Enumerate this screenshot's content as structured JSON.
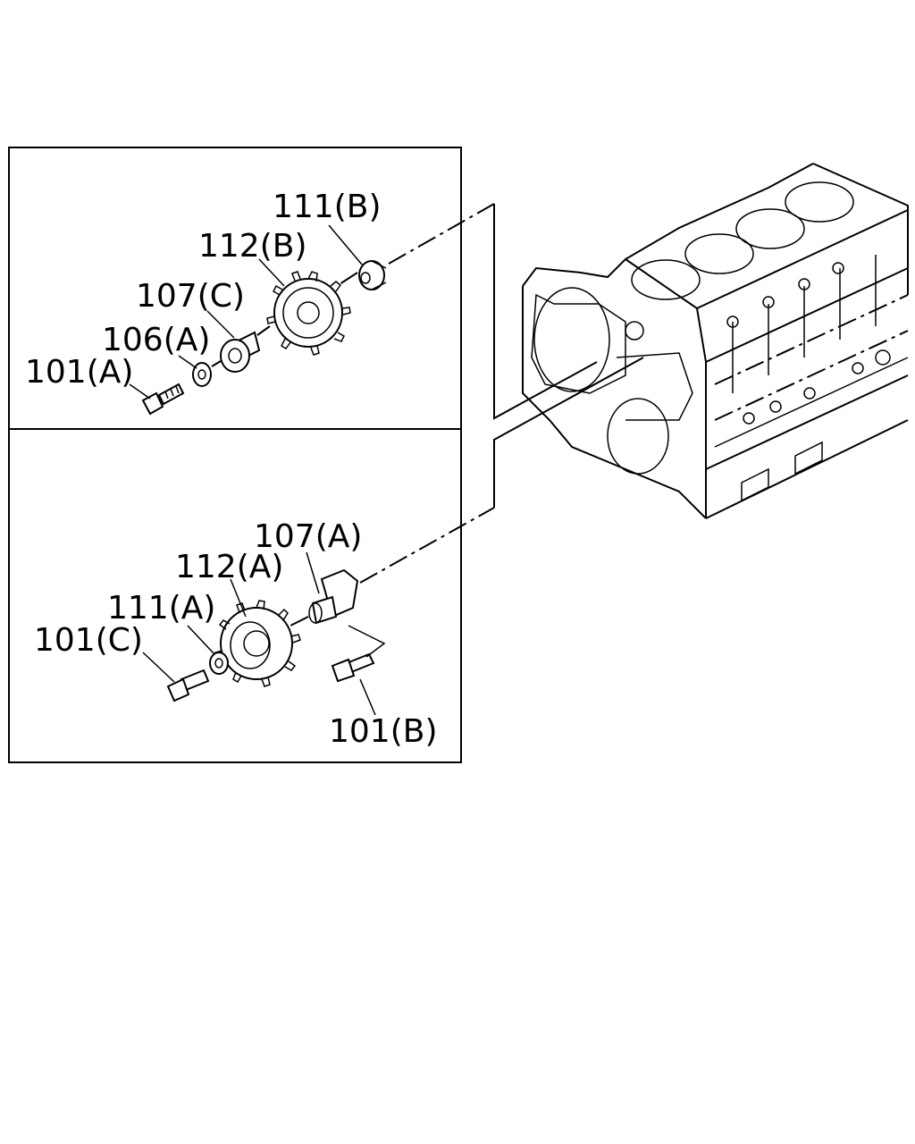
{
  "callouts": {
    "top": {
      "p111b": "111(B)",
      "p112b": "112(B)",
      "p107c": "107(C)",
      "p106a": "106(A)",
      "p101a": "101(A)"
    },
    "bottom": {
      "p107a": "107(A)",
      "p112a": "112(A)",
      "p111a": "111(A)",
      "p101c": "101(C)",
      "p101b": "101(B)"
    }
  }
}
